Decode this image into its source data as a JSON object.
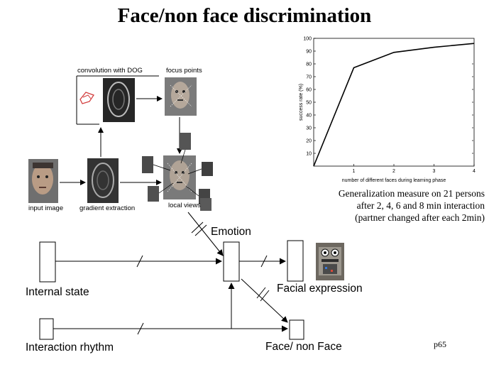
{
  "title": "Face/non face discrimination",
  "pipeline": {
    "labels": {
      "convolution": "convolution with DOG",
      "focus": "focus points",
      "input": "input image",
      "gradient": "gradient extraction",
      "local": "local views"
    }
  },
  "chart_data": {
    "type": "line",
    "xlabel": "number of different faces during learning phase",
    "ylabel": "success rate (%)",
    "xlim": [
      0,
      4
    ],
    "ylim": [
      0,
      100
    ],
    "xticks": [
      1,
      2,
      3,
      4
    ],
    "yticks": [
      10,
      20,
      30,
      40,
      50,
      60,
      70,
      80,
      90,
      100
    ],
    "grid": false,
    "series": [
      {
        "x": [
          0,
          1,
          2,
          3,
          4
        ],
        "y": [
          0,
          77,
          89,
          93,
          96
        ]
      }
    ]
  },
  "caption": {
    "line1": "Generalization measure on 21 persons",
    "line2": "after 2, 4, 6 and 8 min interaction",
    "line3": "(partner changed after each 2min)"
  },
  "diagram": {
    "emotion": "Emotion",
    "internal_state": "Internal state",
    "facial_expression": "Facial expression",
    "interaction_rhythm": "Interaction rhythm",
    "face_non_face": "Face/ non Face"
  },
  "page_number": "p65"
}
